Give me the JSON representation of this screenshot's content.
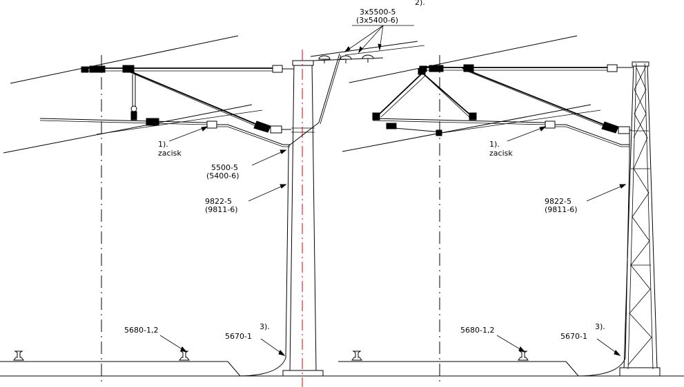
{
  "labels": {
    "callout_2": "2).",
    "insulators_main": "3x5500-5",
    "insulators_alt": "(3x5400-6)",
    "left_clamp_num": "1).",
    "left_clamp_word": "zacisk",
    "left_part_main": "5500-5",
    "left_part_alt": "(5400-6)",
    "left_wire_main": "9822-5",
    "left_wire_alt": "(9811-6)",
    "left_rail": "5680-1,2",
    "left_callout_3": "3).",
    "left_ground": "5670-1",
    "right_clamp_num": "1).",
    "right_clamp_word": "zacisk",
    "right_wire_main": "9822-5",
    "right_wire_alt": "(9811-6)",
    "right_rail": "5680-1,2",
    "right_callout_3": "3).",
    "right_ground": "5670-1"
  },
  "colors": {
    "line": "#000000",
    "centerline": "#d40000",
    "background": "#ffffff"
  }
}
